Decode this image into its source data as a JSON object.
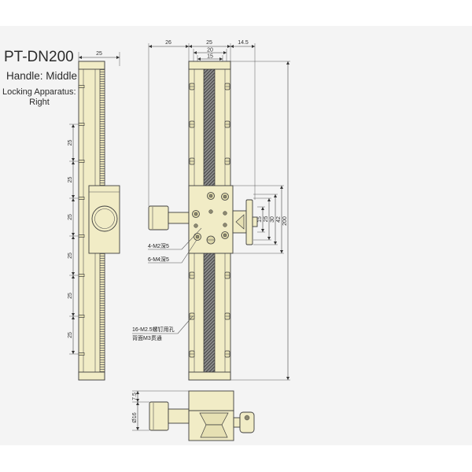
{
  "title": {
    "model": "PT-DN200",
    "handle": "Handle: Middle",
    "locking_line1": "Locking Apparatus:",
    "locking_line2": "Right"
  },
  "side_view": {
    "width_dim": "25",
    "pitch_dims": [
      "25",
      "25",
      "25",
      "25",
      "25",
      "25"
    ]
  },
  "front_view": {
    "top_dims": {
      "handle_offset": "26",
      "rail_width": "25",
      "lock_offset": "14.5",
      "outer_hole_pitch": "20",
      "inner_hole_pitch": "15"
    },
    "right_dims": {
      "d15": "15",
      "d25": "25",
      "d30": "30",
      "d42": "42",
      "overall": "200"
    },
    "callouts": {
      "m2": "4-M2深5",
      "m4": "6-M4深5",
      "m25_line1": "16-M2.5螺钉用孔",
      "m25_line2": "背面M3贯通"
    }
  },
  "end_view": {
    "dims": {
      "offset": "7.5",
      "knob_diameter": "Ø16"
    }
  },
  "colors": {
    "part_fill": "#f1ecc6",
    "outline": "#3e3e3e",
    "background": "#f4f4f4"
  }
}
